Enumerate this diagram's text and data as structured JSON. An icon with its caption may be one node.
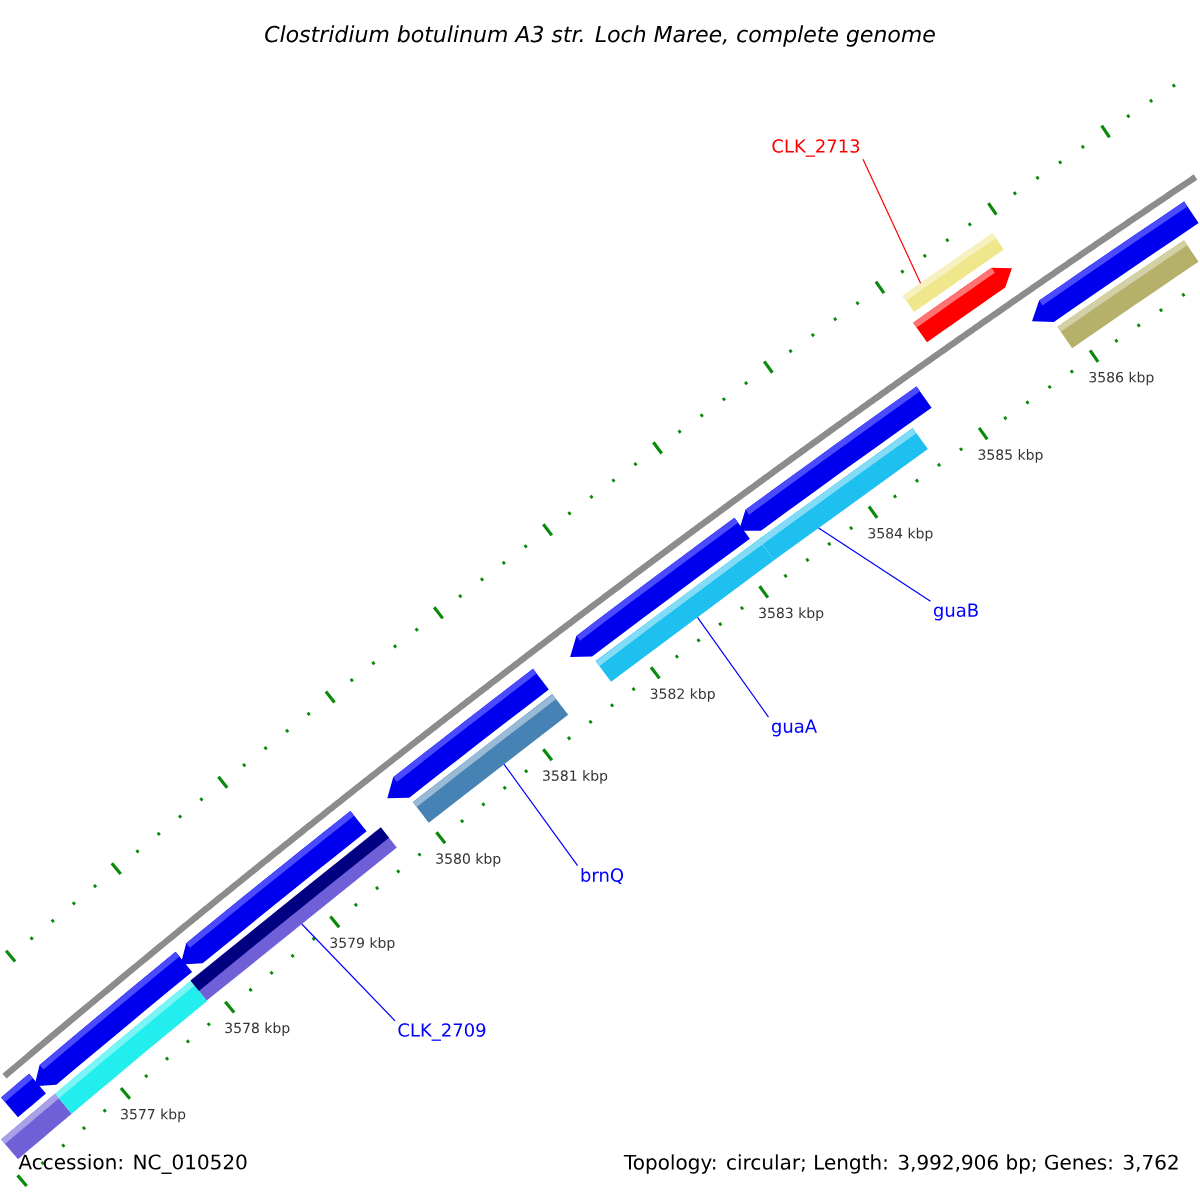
{
  "diagram": {
    "title": "Clostridium botulinum A3 str. Loch Maree, complete genome",
    "nodes": [
      {
        "text": [
          "CLK_2713"
        ]
      },
      {
        "text": [],
        "shape": "bar"
      },
      {
        "text": [
          "guaB"
        ]
      },
      {
        "text": [],
        "shape": "bar"
      },
      {
        "text": [
          "guaA"
        ]
      },
      {
        "text": [],
        "shape": "bar"
      },
      {
        "text": [
          "brnQ"
        ]
      },
      {
        "text": [],
        "shape": "bar"
      },
      {
        "text": [
          "CLK_2709"
        ]
      },
      {
        "text": [],
        "shape": "bar"
      }
    ],
    "edges": [
      {
        "from": 0,
        "to": 1,
        "arrow": "none",
        "color": "#ff0000"
      },
      {
        "from": 2,
        "to": 3,
        "arrow": "none"
      },
      {
        "from": 4,
        "to": 5,
        "arrow": "none"
      },
      {
        "from": 6,
        "to": 7,
        "arrow": "none"
      },
      {
        "from": 8,
        "to": 9,
        "arrow": "none"
      }
    ],
    "labels": [
      "3586 kbp",
      "3585 kbp",
      "3584 kbp",
      "3583 kbp",
      "3582 kbp",
      "3581 kbp",
      "3580 kbp",
      "3579 kbp",
      "3578 kbp",
      "3577 kbp",
      "Accession: NC_010520",
      "Topology: circular; Length: 3,992,906 bp; Genes: 3,762"
    ]
  }
}
